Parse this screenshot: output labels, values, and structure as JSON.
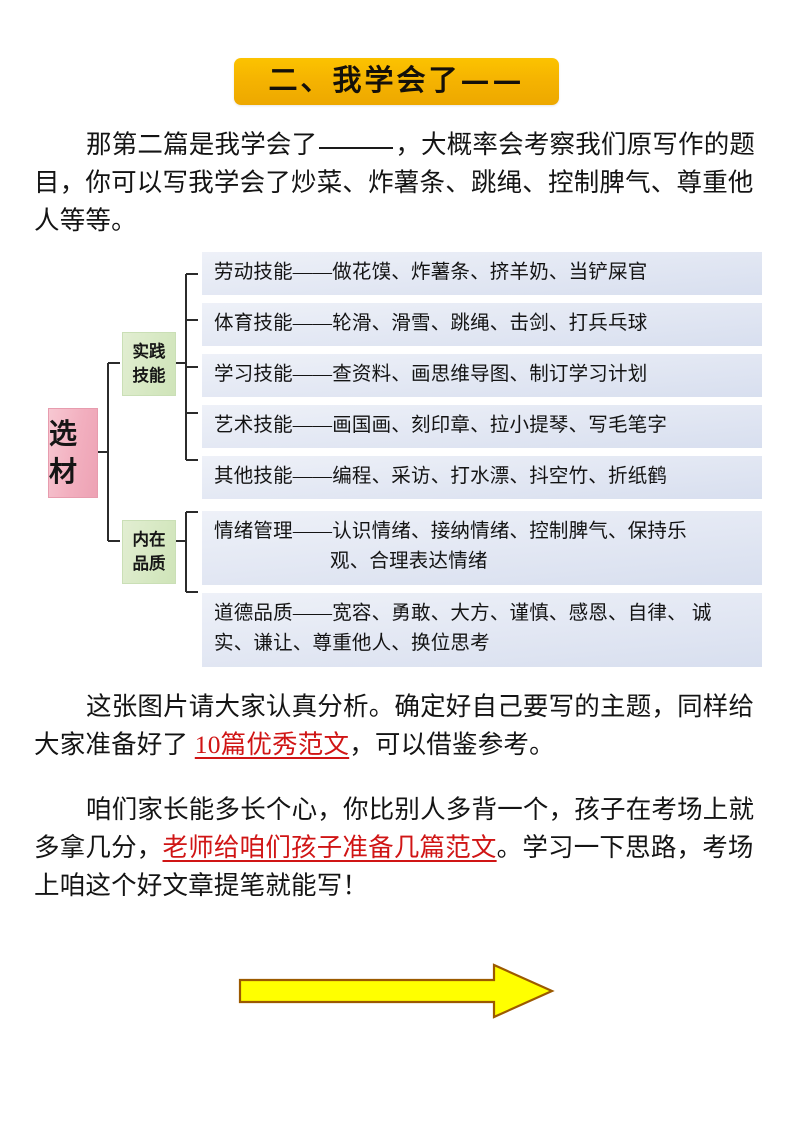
{
  "document": {
    "title_banner": "二、我学会了——",
    "paragraph_1_a": "那第二篇是我学会了",
    "paragraph_1_b": "，大概率会考察我们原写作的题目，你可以写我学会了炒菜、炸薯条、跳绳、控制脾气、尊重他人等等。",
    "paragraph_3_a": "这张图片请大家认真分析。确定好自己要写的主题，同样给大家准备好了 ",
    "paragraph_3_highlight": "10篇优秀范文",
    "paragraph_3_b": "，可以借鉴参考。",
    "paragraph_4_a": "咱们家长能多长个心，你比别人多背一个，孩子在考场上就多拿几分，",
    "paragraph_4_highlight": "老师给咱们孩子准备几篇范文",
    "paragraph_4_b": "。学习一下思路，考场上咱这个好文章提笔就能写！"
  },
  "mindmap": {
    "root": "选材",
    "branches": [
      {
        "label": "实践技能",
        "label_line1": "实践",
        "label_line2": "技能"
      },
      {
        "label": "内在品质",
        "label_line1": "内在",
        "label_line2": "品质"
      }
    ],
    "rows": [
      {
        "category": "劳动技能",
        "dash": "——",
        "items": "做花馍、炸薯条、挤羊奶、当铲屎官",
        "full": "劳动技能——做花馍、炸薯条、挤羊奶、当铲屎官",
        "branch": "实践技能"
      },
      {
        "category": "体育技能",
        "dash": "——",
        "items": "轮滑、滑雪、跳绳、击剑、打兵乓球",
        "full": "体育技能——轮滑、滑雪、跳绳、击剑、打兵乓球",
        "branch": "实践技能"
      },
      {
        "category": "学习技能",
        "dash": "——",
        "items": "查资料、画思维导图、制订学习计划",
        "full": "学习技能——查资料、画思维导图、制订学习计划",
        "branch": "实践技能"
      },
      {
        "category": "艺术技能",
        "dash": "——",
        "items": "画国画、刻印章、拉小提琴、写毛笔字",
        "full": "艺术技能——画国画、刻印章、拉小提琴、写毛笔字",
        "branch": "实践技能"
      },
      {
        "category": "其他技能",
        "dash": "——",
        "items": "编程、采访、打水漂、抖空竹、折纸鹤",
        "full": "其他技能——编程、采访、打水漂、抖空竹、折纸鹤",
        "branch": "实践技能"
      },
      {
        "category": "情绪管理",
        "dash": "——",
        "items": "认识情绪、接纳情绪、控制脾气、保持乐",
        "items_line2": "观、合理表达情绪",
        "full": "情绪管理——认识情绪、接纳情绪、控制脾气、保持乐观、合理表达情绪",
        "branch": "内在品质"
      },
      {
        "category": "道德品质",
        "dash": "——",
        "items": "宽容、勇敢、大方、谨慎、感恩、自律、",
        "items_line2": "诚实、谦让、尊重他人、换位思考",
        "full": "道德品质——宽容、勇敢、大方、谨慎、感恩、自律、诚实、谦让、尊重他人、换位思考",
        "branch": "内在品质"
      }
    ]
  },
  "colors": {
    "banner_yellow": "#f5b301",
    "root_pink": "#f2afbf",
    "branch_green": "#d6e8c2",
    "row_blue": "#e2e7f3",
    "highlight_red": "#d01515",
    "arrow_fill": "#ffff00",
    "arrow_stroke": "#9c5a00",
    "text_black": "#141414"
  },
  "arrow": {
    "icon": "right-arrow-icon",
    "direction": "right"
  }
}
